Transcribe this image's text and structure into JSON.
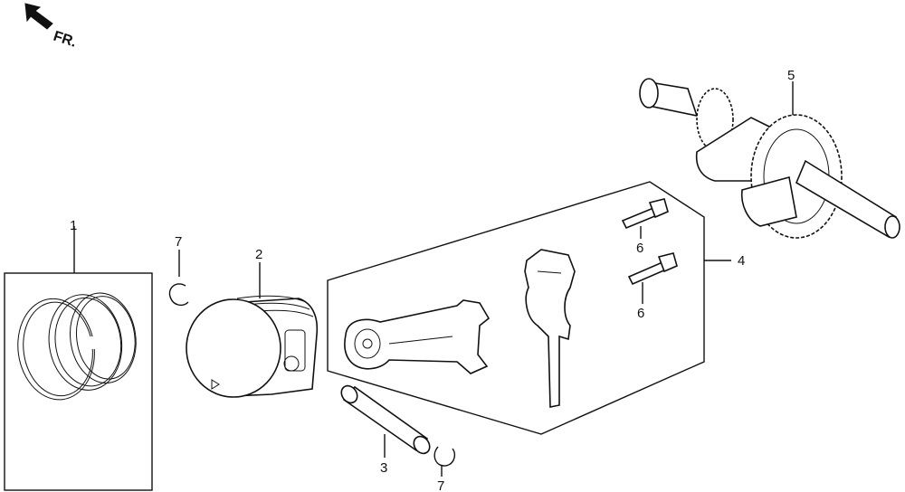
{
  "orientation": {
    "label": "FR."
  },
  "callouts": [
    {
      "ref": "ring-set",
      "number": "1"
    },
    {
      "ref": "piston",
      "number": "2"
    },
    {
      "ref": "piston-pin",
      "number": "3"
    },
    {
      "ref": "connecting-rod-set",
      "number": "4"
    },
    {
      "ref": "crankshaft",
      "number": "5"
    },
    {
      "ref": "rod-bolt-upper",
      "number": "6"
    },
    {
      "ref": "rod-bolt-lower",
      "number": "6"
    },
    {
      "ref": "pin-clip-upper",
      "number": "7"
    },
    {
      "ref": "pin-clip-lower",
      "number": "7"
    }
  ],
  "colors": {
    "ink": "#111111",
    "paper": "#ffffff"
  }
}
